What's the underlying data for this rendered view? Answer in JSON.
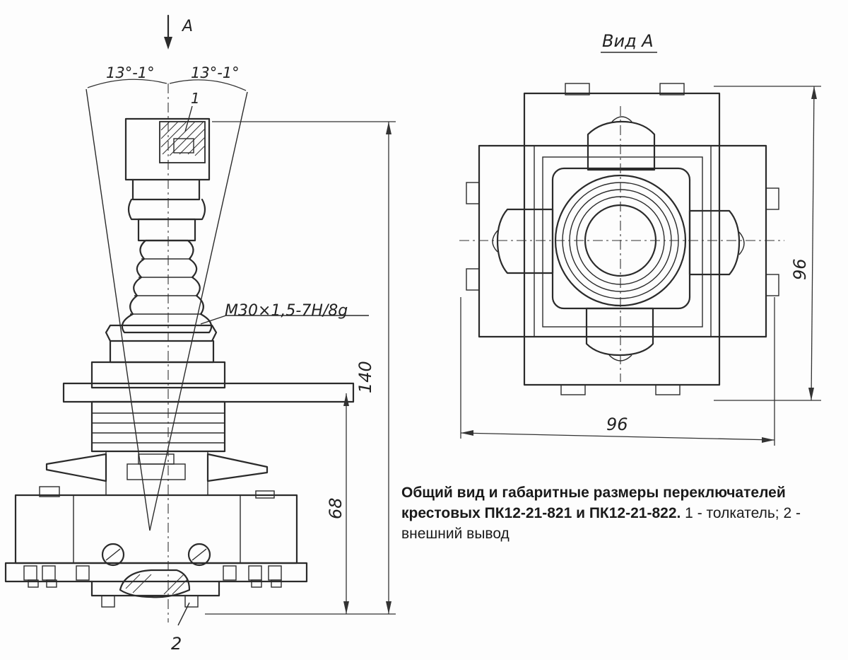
{
  "labels": {
    "arrow_a": "А",
    "angle_left": "13°-1°",
    "angle_right": "13°-1°",
    "marker_1": "1",
    "marker_2": "2",
    "thread": "M30×1,5-7H/8g",
    "dim_height_total": "140",
    "dim_height_base": "68",
    "view_title": "Вид А",
    "dim_width": "96",
    "dim_height_view": "96"
  },
  "caption": {
    "bold": "Общий вид и габаритные размеры переключателей крестовых ПК12-21-821 и ПК12-21-822.",
    "normal": " 1 - толкатель; 2 - внешний вывод"
  }
}
